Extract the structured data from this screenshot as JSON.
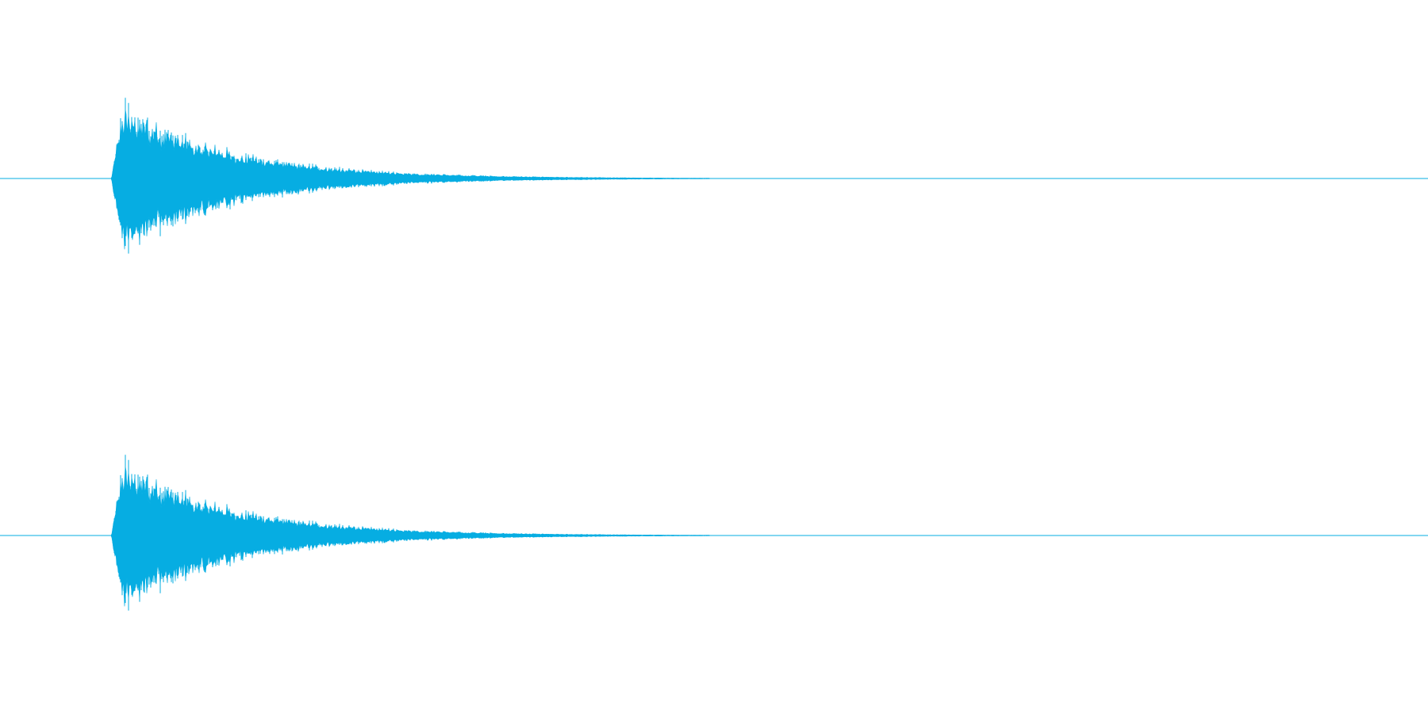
{
  "waveform": {
    "color": "#06ade2",
    "channels": [
      {
        "name": "channel-1"
      },
      {
        "name": "channel-2"
      }
    ],
    "envelope": {
      "onset_fraction": 0.078,
      "peak_fraction": 0.12,
      "end_fraction": 0.48,
      "peak_amplitude": 0.92,
      "decay_rate": 5.2
    }
  }
}
